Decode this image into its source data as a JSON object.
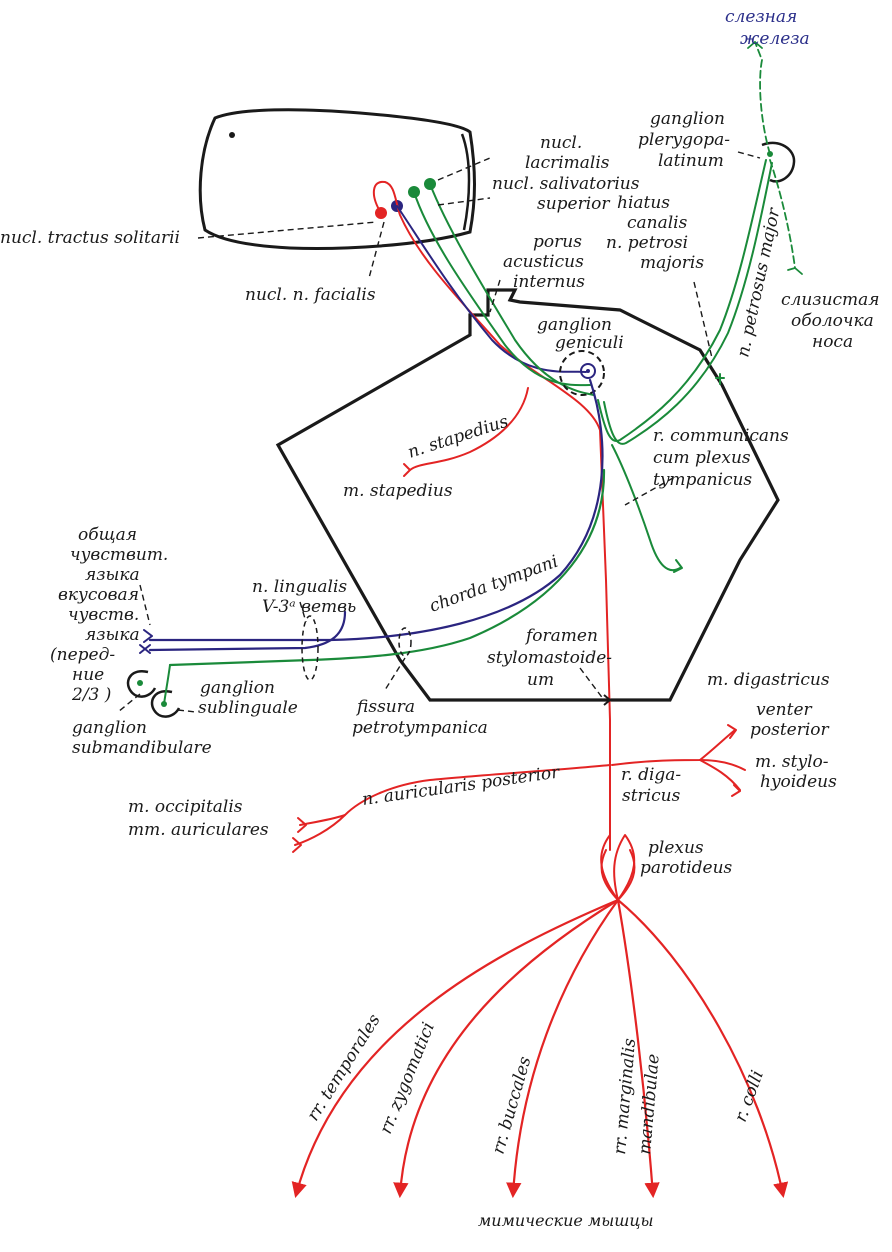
{
  "labels": {
    "lacrimal_gland": [
      "слезная",
      "железа"
    ],
    "nasal_mucosa": [
      "слизистая",
      "оболочка",
      "носа"
    ],
    "pterygopalatine": [
      "ganglion",
      "plerygopa-",
      "latinum"
    ],
    "nucl_lacrimalis": [
      "nucl.",
      "lacrimalis"
    ],
    "nucl_salivatorius": [
      "nucl. salivatorius",
      "superior"
    ],
    "nucl_tractus": "nucl. tractus solitarii",
    "nucl_facialis": "nucl. n. facialis",
    "porus": [
      "porus",
      "acusticus",
      "internus"
    ],
    "hiatus": [
      "hiatus",
      "canalis",
      "n. petrosi",
      "majoris"
    ],
    "petrosus": "n. petrosus major",
    "geniculi": [
      "ganglion",
      "geniculi"
    ],
    "stapedius_n": "n. stapedius",
    "stapedius_m": "m. stapedius",
    "communicans": [
      "r. communicans",
      "cum plexus",
      "tympanicus"
    ],
    "tongue_sensory": [
      "общая",
      "чувствит.",
      "языка",
      "вкусовая",
      "чувств.",
      "языка",
      "(перед-",
      "ние",
      "2/3 )"
    ],
    "lingualis": [
      "n. lingualis",
      "V-3ᵃ ветвь"
    ],
    "chorda": "chorda tympani",
    "foramen": [
      "foramen",
      "stylomastoide-",
      "um"
    ],
    "sublinguale": [
      "ganglion",
      "sublinguale"
    ],
    "submandibulare": [
      "ganglion",
      "submandibulare"
    ],
    "fissura": [
      "fissura",
      "petrotympanica"
    ],
    "digastricus": "m. digastricus",
    "venter": [
      "venter",
      "posterior"
    ],
    "stylohyoideus": [
      "m. stylo-",
      "hyoideus"
    ],
    "auricularis": "n. auricularis posterior",
    "r_digastricus": [
      "r. diga-",
      "stricus"
    ],
    "occipitalis": [
      "m. occipitalis",
      "mm. auriculares"
    ],
    "plexus": [
      "plexus",
      "parotideus"
    ],
    "branches": [
      "rr. temporales",
      "rr. zygomatici",
      "rr. buccales",
      "rr. marginalis",
      "mandibulae",
      "r. colli"
    ],
    "mimic": "мимические мышцы"
  },
  "colors": {
    "motor": "#e32424",
    "sensory": "#2b2580",
    "parasympathetic": "#1a8a3a",
    "outline": "#1a1a1a"
  }
}
